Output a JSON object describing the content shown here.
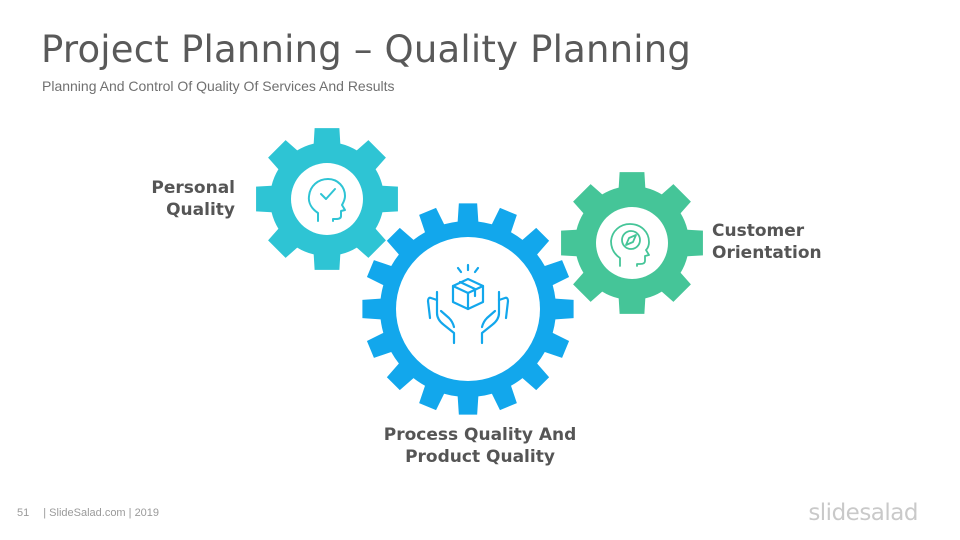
{
  "header": {
    "title": "Project Planning – Quality Planning",
    "subtitle": "Planning And Control Of Quality Of Services And Results"
  },
  "gears": {
    "personal": {
      "label": "Personal Quality",
      "color": "#2EC4D4",
      "icon": "head-checkmark-icon"
    },
    "process": {
      "label": "Process Quality And Product Quality",
      "color": "#12A7EC",
      "icon": "hands-box-icon"
    },
    "customer": {
      "label": "Customer Orientation",
      "color": "#45C598",
      "icon": "head-compass-icon"
    }
  },
  "labels": {
    "personal_line1": "Personal",
    "personal_line2": "Quality",
    "customer_line1": "Customer",
    "customer_line2": "Orientation",
    "process_line1": "Process Quality And",
    "process_line2": "Product Quality"
  },
  "footer": {
    "page_number": "51",
    "credit": "| SlideSalad.com | 2019",
    "brand": "slidesalad"
  }
}
